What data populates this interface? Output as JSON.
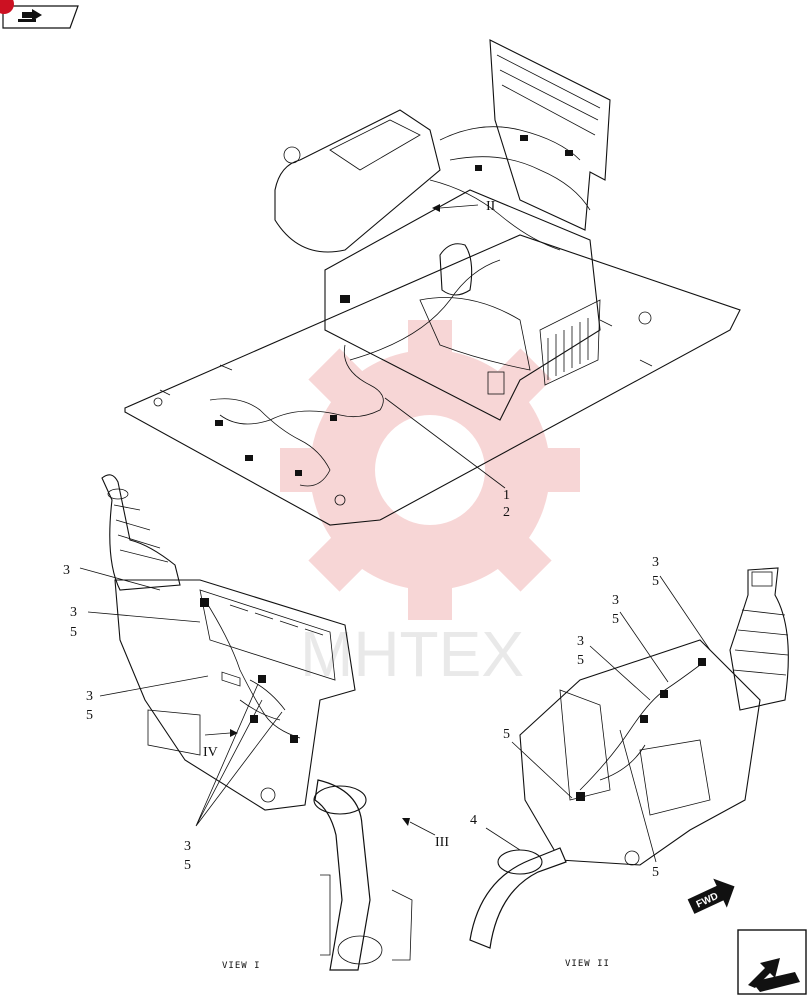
{
  "watermark": {
    "text": "МНТЕХ",
    "color": "#f6c8c8"
  },
  "icons": {
    "corner_top_left": "page-arrow-icon",
    "corner_bottom_right": "forward-arrow-icon",
    "fwd_badge": "fwd-arrow-icon"
  },
  "fwd_label": "FWD",
  "view_labels": {
    "view1": "VIEW I",
    "view2": "VIEW II"
  },
  "roman": {
    "iii": "III",
    "iv": "IV",
    "ii": "II"
  },
  "callouts": {
    "c1": "1",
    "c2": "2",
    "l3a": "3",
    "l3b": "3",
    "l5b": "5",
    "l3c": "3",
    "l5c": "5",
    "l3d": "3",
    "l5d": "5",
    "r3a": "3",
    "r5a": "5",
    "r3b": "3",
    "r5b": "5",
    "r3c": "3",
    "r5c": "5",
    "r5d": "5",
    "r4": "4",
    "r5e": "5"
  }
}
